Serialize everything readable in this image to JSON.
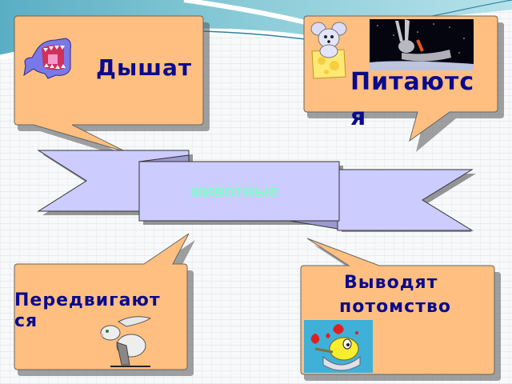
{
  "slide": {
    "center": {
      "label": "животные",
      "text_color": "#7ffcc8",
      "fill_color": "#ccccff"
    },
    "callouts": [
      {
        "id": "breathe",
        "label": "Дышат",
        "picture": "shark-icon"
      },
      {
        "id": "eat",
        "label": "Питаются",
        "pictures": [
          "mouse-on-cheese-icon",
          "rabbit-with-carrot-image"
        ]
      },
      {
        "id": "move",
        "label": "Передвигаются",
        "picture": "running-hare-icon"
      },
      {
        "id": "reproduce",
        "label": "Выводят потомство",
        "picture": "hatching-chick-icon"
      }
    ],
    "colors": {
      "callout_fill": "#ffbf80",
      "label_text": "#0a0a8c",
      "swoosh": "#5fb4c8"
    }
  },
  "labels": {
    "breathe": "Дышат",
    "eat_line1": "Питаютс",
    "eat_line2": "я",
    "move_line1": "Передвигают",
    "move_line2": "ся",
    "reproduce_line1": "Выводят",
    "reproduce_line2": "потомство",
    "center": "животные"
  }
}
